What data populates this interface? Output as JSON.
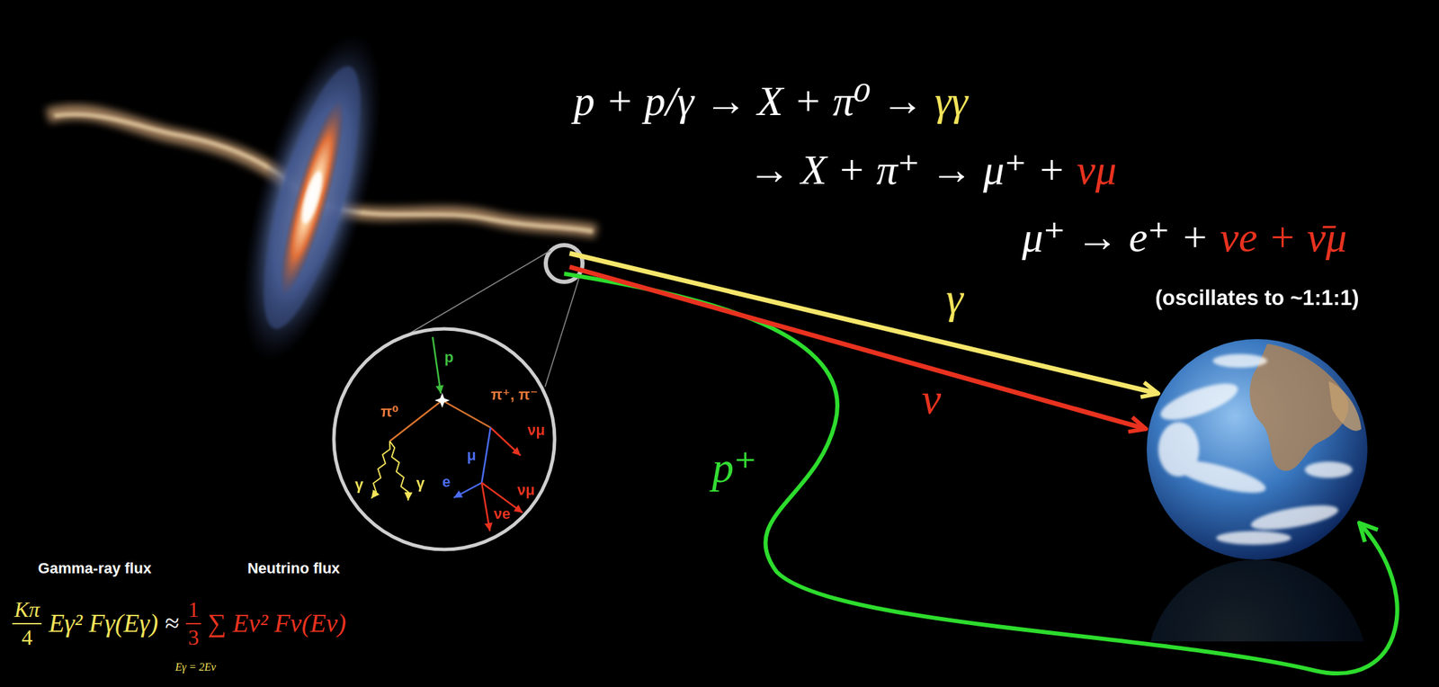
{
  "diagram": {
    "nodes": [
      {
        "text": [
          "p",
          "π⁰",
          "π⁺, π⁻",
          "νμ",
          "γ",
          "γ",
          "μ",
          "e",
          "νμ",
          "νe"
        ]
      }
    ],
    "labels": [
      "p + p/γ → X + π⁰ →",
      "γγ",
      "→ X + π⁺ → μ⁺ +",
      "νμ",
      "μ⁺ → e⁺ +",
      "νe + ν̄μ",
      "(oscillates to ~1:1:1)",
      "γ",
      "ν",
      "p⁺",
      "Gamma-ray flux",
      "Neutrino flux",
      "Kπ",
      "4",
      "Eγ² Fγ(Eγ)",
      "≈",
      "1",
      "3",
      "∑ Eν² Fν(Eν)",
      "Eγ = 2Eν"
    ]
  }
}
